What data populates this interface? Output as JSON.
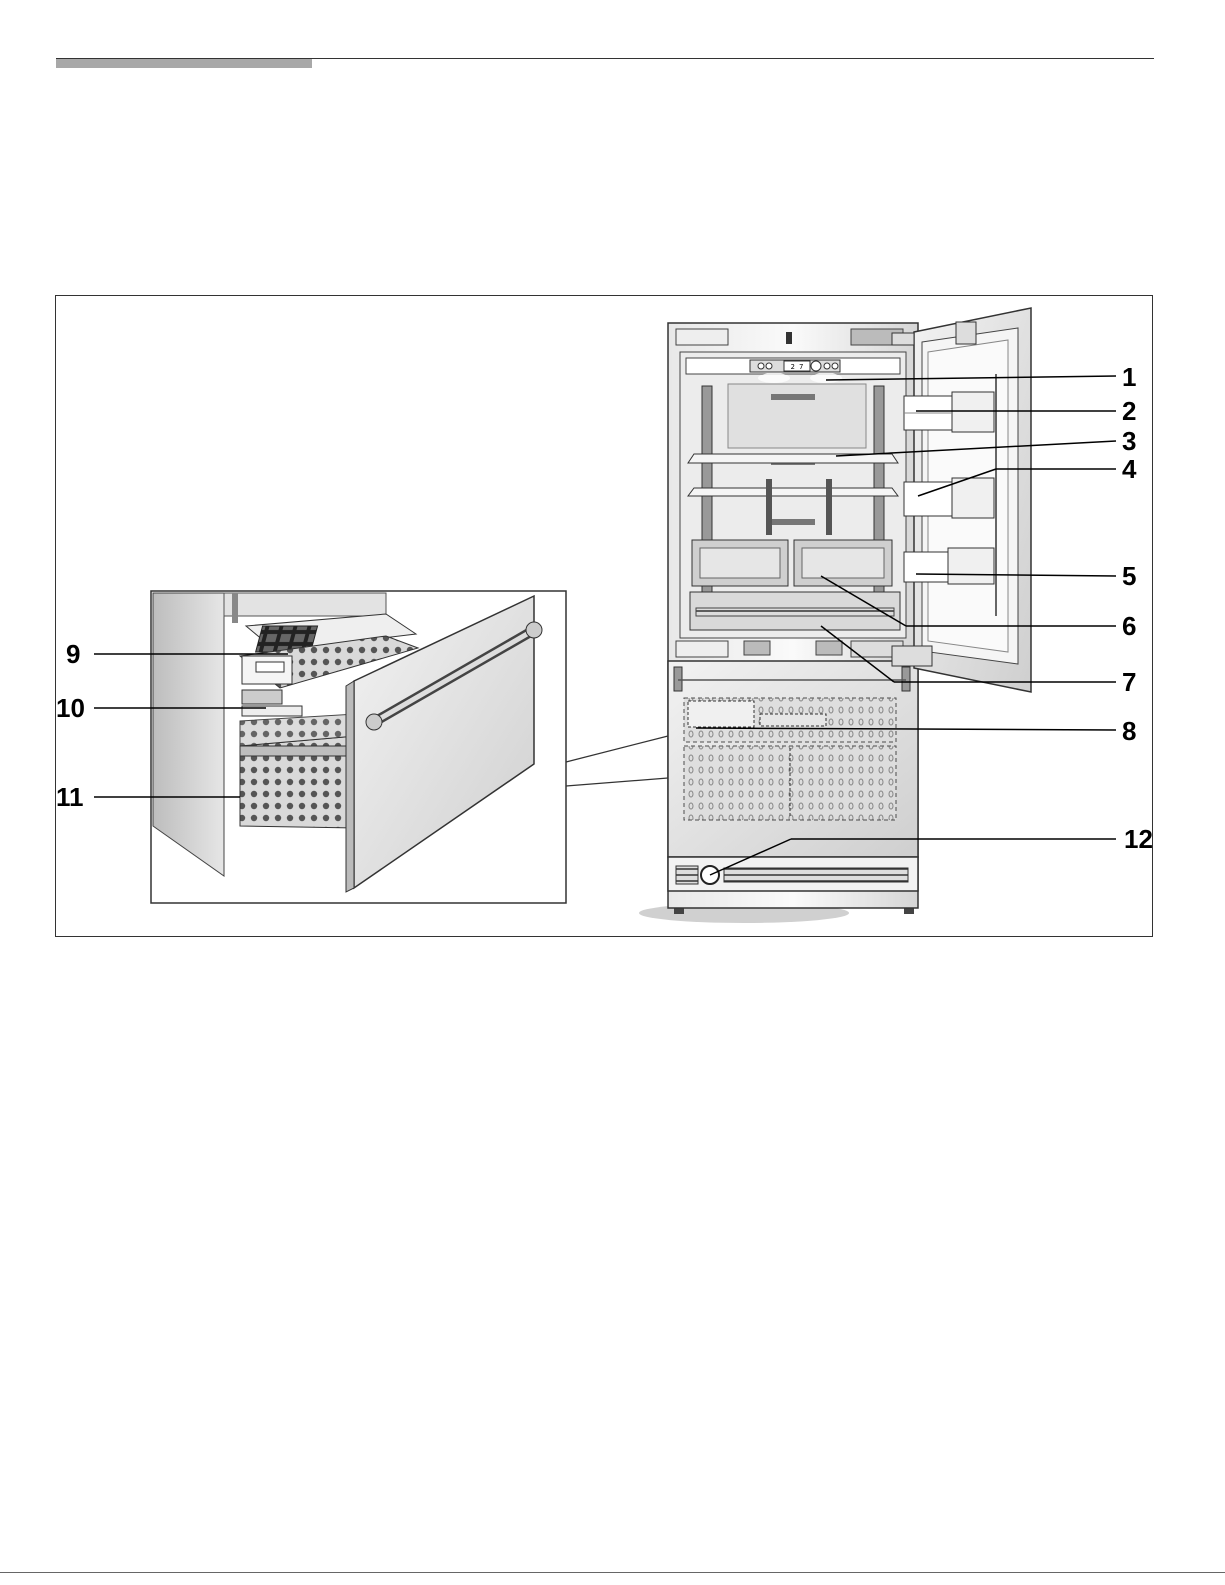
{
  "figure": {
    "callouts": [
      {
        "id": "1",
        "label": "1"
      },
      {
        "id": "2",
        "label": "2"
      },
      {
        "id": "3",
        "label": "3"
      },
      {
        "id": "4",
        "label": "4"
      },
      {
        "id": "5",
        "label": "5"
      },
      {
        "id": "6",
        "label": "6"
      },
      {
        "id": "7",
        "label": "7"
      },
      {
        "id": "8",
        "label": "8"
      },
      {
        "id": "9",
        "label": "9"
      },
      {
        "id": "10",
        "label": "10"
      },
      {
        "id": "11",
        "label": "11"
      },
      {
        "id": "12",
        "label": "12"
      }
    ],
    "display_readout": "2 7"
  }
}
